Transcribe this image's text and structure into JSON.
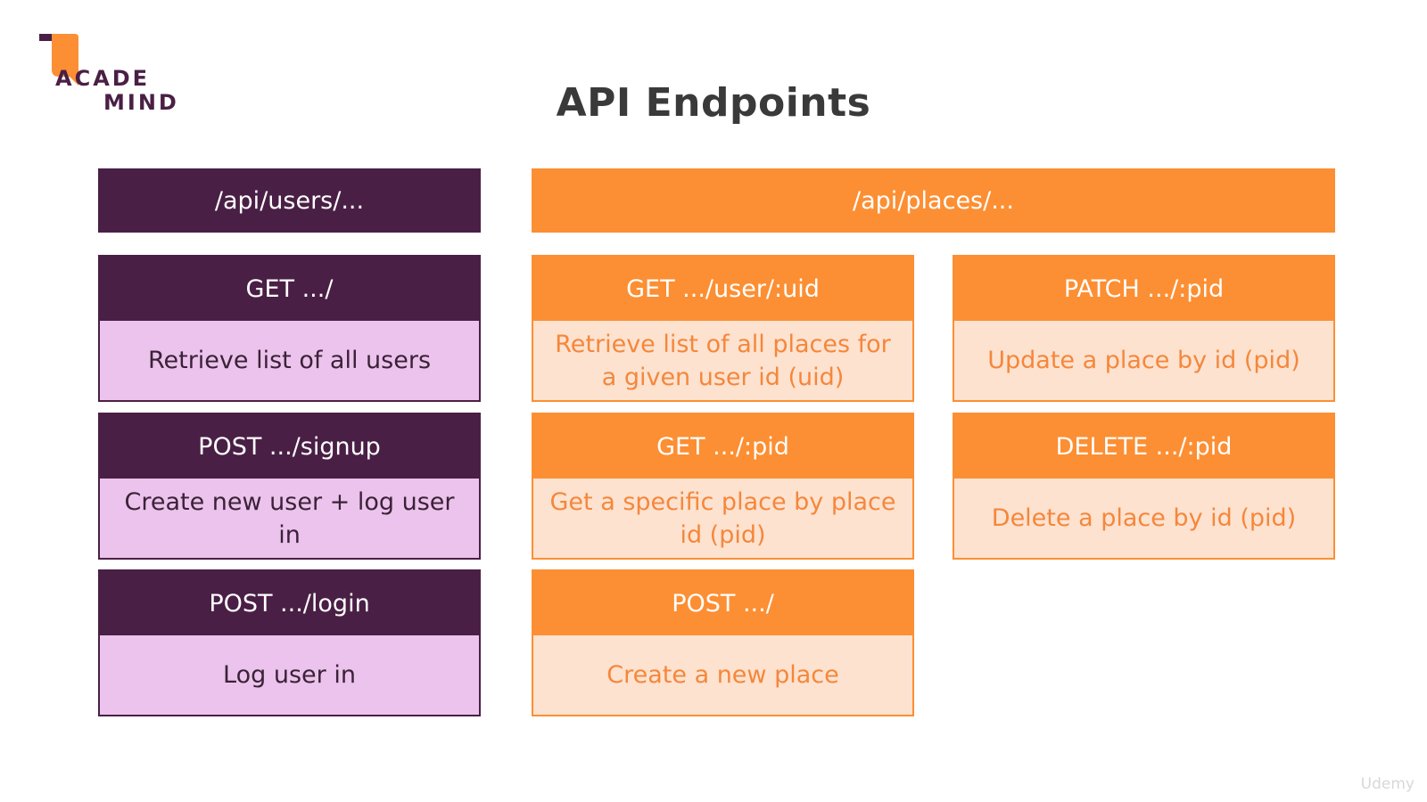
{
  "logo": {
    "line1": "ACADE",
    "line2": "MIND",
    "icon": "bookmark-icon",
    "colors": {
      "dark": "#4a1f45",
      "accent": "#fc8f33"
    }
  },
  "title": "API Endpoints",
  "groups": {
    "users": {
      "label": "/api/users/...",
      "color": "#4a1f45"
    },
    "places": {
      "label": "/api/places/...",
      "color": "#fc8f33"
    }
  },
  "endpoints": {
    "users": [
      {
        "method": "GET .../",
        "description": "Retrieve list of all users"
      },
      {
        "method": "POST .../signup",
        "description": "Create new user + log user in"
      },
      {
        "method": "POST .../login",
        "description": "Log user in"
      }
    ],
    "places_col1": [
      {
        "method": "GET .../user/:uid",
        "description": "Retrieve list of all places for a given user id (uid)"
      },
      {
        "method": "GET .../:pid",
        "description": "Get a specific place by place id (pid)"
      },
      {
        "method": "POST .../",
        "description": "Create a new place"
      }
    ],
    "places_col2": [
      {
        "method": "PATCH .../:pid",
        "description": "Update a place by id (pid)"
      },
      {
        "method": "DELETE .../:pid",
        "description": "Delete a place by id (pid)"
      }
    ]
  },
  "watermark": "Udemy"
}
